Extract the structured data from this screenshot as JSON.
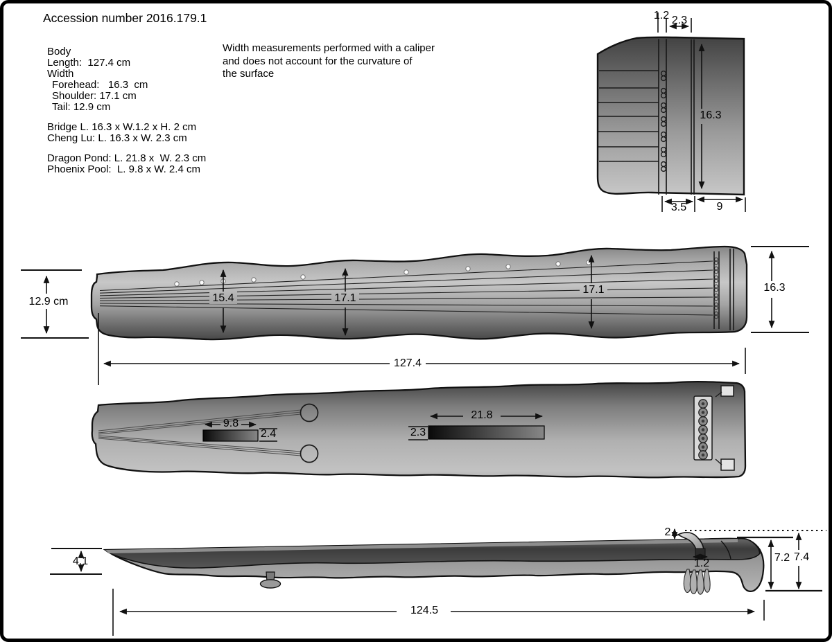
{
  "title": "Accession number 2016.179.1",
  "specs": {
    "body_heading": "Body",
    "length": "Length:  127.4 cm",
    "width_heading": "Width",
    "forehead": "Forehead:   16.3  cm",
    "shoulder": "Shoulder: 17.1 cm",
    "tail": "Tail: 12.9 cm",
    "bridge": "Bridge L. 16.3 x W.1.2 x H. 2 cm",
    "cheng_lu": "Cheng Lu: L. 16.3 x W. 2.3 cm",
    "dragon_pond": "Dragon Pond: L. 21.8 x  W. 2.3 cm",
    "phoenix_pool": "Phoenix Pool:  L. 9.8 x W. 2.4 cm"
  },
  "note": {
    "line1": "Width measurements performed with a caliper",
    "line2": "and does not account for the curvature of",
    "line3": "the surface"
  },
  "detail_view": {
    "bridge_width": "1.2",
    "chenglu_width": "2.3",
    "head_width": "16.3",
    "bridge_offset": "3.5",
    "head_margin": "9"
  },
  "top_view": {
    "tail_width": "12.9 cm",
    "width_mid1": "15.4",
    "width_mid2": "17.1",
    "width_mid3": "17.1",
    "head_width": "16.3",
    "body_length": "127.4"
  },
  "bottom_view": {
    "phoenix_length": "9.8",
    "phoenix_width": "2.4",
    "dragon_length": "21.8",
    "dragon_width": "2.3"
  },
  "side_view": {
    "tail_height": "4.1",
    "bridge_height": "2",
    "bridge_width": "1.2",
    "head_height_inner": "7.2",
    "head_height_outer": "7.4",
    "length": "124.5"
  },
  "colors": {
    "line": "#111111",
    "body_light": "#c6c6c6",
    "body_dark": "#454545",
    "background": "#ffffff"
  }
}
